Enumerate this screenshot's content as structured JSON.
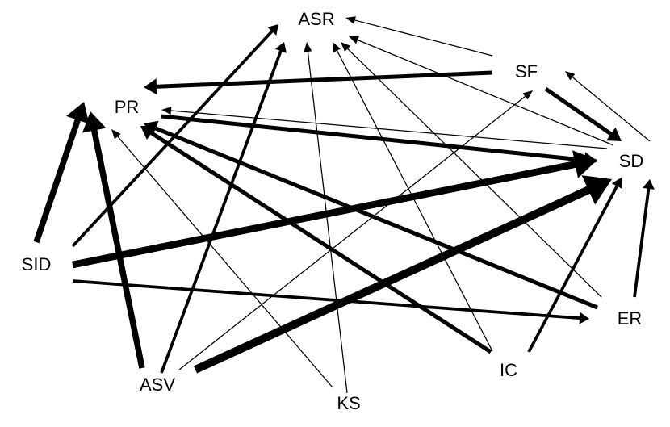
{
  "diagram": {
    "edge_color": "#000000",
    "background": "#ffffff",
    "nodes": [
      {
        "id": "ASR",
        "label": "ASR"
      },
      {
        "id": "SF",
        "label": "SF"
      },
      {
        "id": "PR",
        "label": "PR"
      },
      {
        "id": "SD",
        "label": "SD"
      },
      {
        "id": "SID",
        "label": "SID"
      },
      {
        "id": "ER",
        "label": "ER"
      },
      {
        "id": "IC",
        "label": "IC"
      },
      {
        "id": "ASV",
        "label": "ASV"
      },
      {
        "id": "KS",
        "label": "KS"
      }
    ],
    "edges": [
      {
        "from": "SF",
        "to": "ASR",
        "weight": 1
      },
      {
        "from": "SD",
        "to": "ASR",
        "weight": 1
      },
      {
        "from": "ER",
        "to": "ASR",
        "weight": 1
      },
      {
        "from": "IC",
        "to": "ASR",
        "weight": 1
      },
      {
        "from": "KS",
        "to": "ASR",
        "weight": 1
      },
      {
        "from": "SID",
        "to": "ASR",
        "weight": 3
      },
      {
        "from": "ASV",
        "to": "ASR",
        "weight": 3
      },
      {
        "from": "SF",
        "to": "PR",
        "weight": 4
      },
      {
        "from": "SD",
        "to": "PR",
        "weight": 1
      },
      {
        "from": "KS",
        "to": "PR",
        "weight": 1
      },
      {
        "from": "SID",
        "to": "PR",
        "weight": 6
      },
      {
        "from": "ASV",
        "to": "PR",
        "weight": 6
      },
      {
        "from": "ER",
        "to": "PR",
        "weight": 4
      },
      {
        "from": "IC",
        "to": "PR",
        "weight": 4
      },
      {
        "from": "SF",
        "to": "SD",
        "weight": 4
      },
      {
        "from": "PR",
        "to": "SD",
        "weight": 4
      },
      {
        "from": "SID",
        "to": "SD",
        "weight": 7
      },
      {
        "from": "ASV",
        "to": "SD",
        "weight": 8
      },
      {
        "from": "IC",
        "to": "SD",
        "weight": 3
      },
      {
        "from": "ER",
        "to": "SD",
        "weight": 3
      },
      {
        "from": "SD",
        "to": "SF",
        "weight": 1
      },
      {
        "from": "ASV",
        "to": "SF",
        "weight": 1
      },
      {
        "from": "SID",
        "to": "ER",
        "weight": 3
      }
    ]
  }
}
